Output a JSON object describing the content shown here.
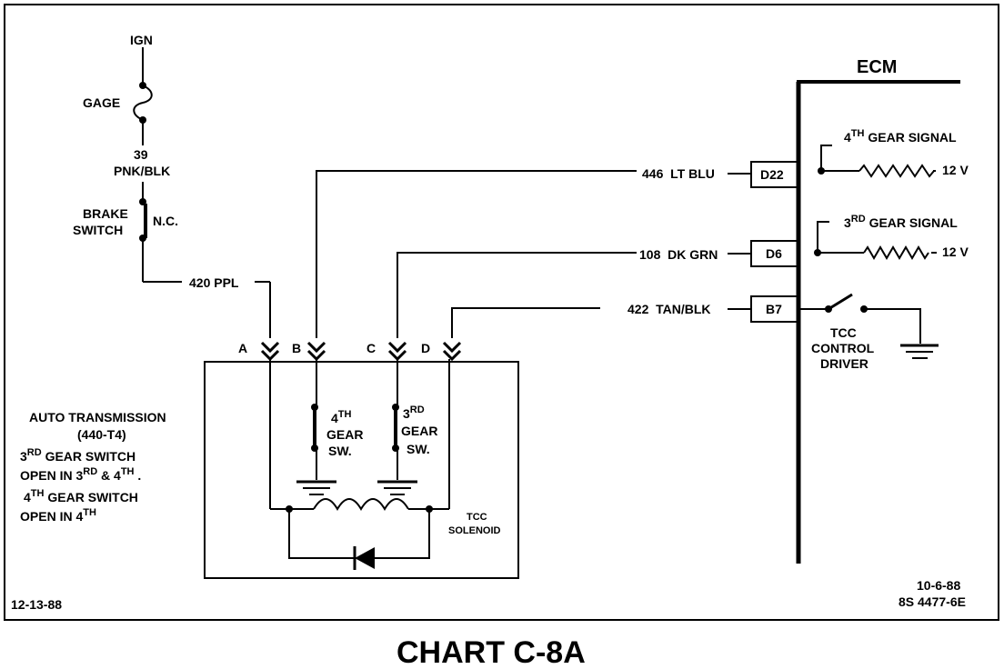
{
  "title": "CHART C-8A",
  "date_left": "12-13-88",
  "date_right": "10-6-88",
  "part_number": "8S 4477-6E",
  "ecm": {
    "label": "ECM",
    "pins": [
      {
        "pin": "D22",
        "wire": "446  LT BLU",
        "signal_ord": "4",
        "signal_sup": "TH",
        "signal_text": " GEAR SIGNAL",
        "voltage": "12 V"
      },
      {
        "pin": "D6",
        "wire": "108  DK GRN",
        "signal_ord": "3",
        "signal_sup": "RD",
        "signal_text": " GEAR SIGNAL",
        "voltage": "12 V"
      },
      {
        "pin": "B7",
        "wire": "422  TAN/BLK"
      }
    ],
    "driver_lines": [
      "TCC",
      "CONTROL",
      "DRIVER"
    ]
  },
  "ignition": {
    "ign": "IGN",
    "gage": "GAGE",
    "wire_num": "39",
    "wire_color": "PNK/BLK",
    "brake_lines": [
      "BRAKE",
      "SWITCH"
    ],
    "nc": "N.C.",
    "out_wire": "420 PPL"
  },
  "connector": {
    "terminals": [
      "A",
      "B",
      "C",
      "D"
    ]
  },
  "transmission": {
    "line1": "AUTO TRANSMISSION",
    "line2": "(440-T4)",
    "note1_ord": "3",
    "note1_sup": "RD",
    "note1_text": " GEAR SWITCH",
    "note2_pre": "OPEN IN 3",
    "note2_sup1": "RD",
    "note2_mid": " & 4",
    "note2_sup2": "TH",
    "note2_post": " .",
    "note3_ord": "4",
    "note3_sup": "TH",
    "note3_text": " GEAR SWITCH",
    "note4_pre": "OPEN IN 4",
    "note4_sup": "TH"
  },
  "switches": {
    "fourth_ord": "4",
    "fourth_sup": "TH",
    "third_ord": "3",
    "third_sup": "RD",
    "gear": "GEAR",
    "sw": "SW."
  },
  "solenoid": [
    "TCC",
    "SOLENOID"
  ]
}
